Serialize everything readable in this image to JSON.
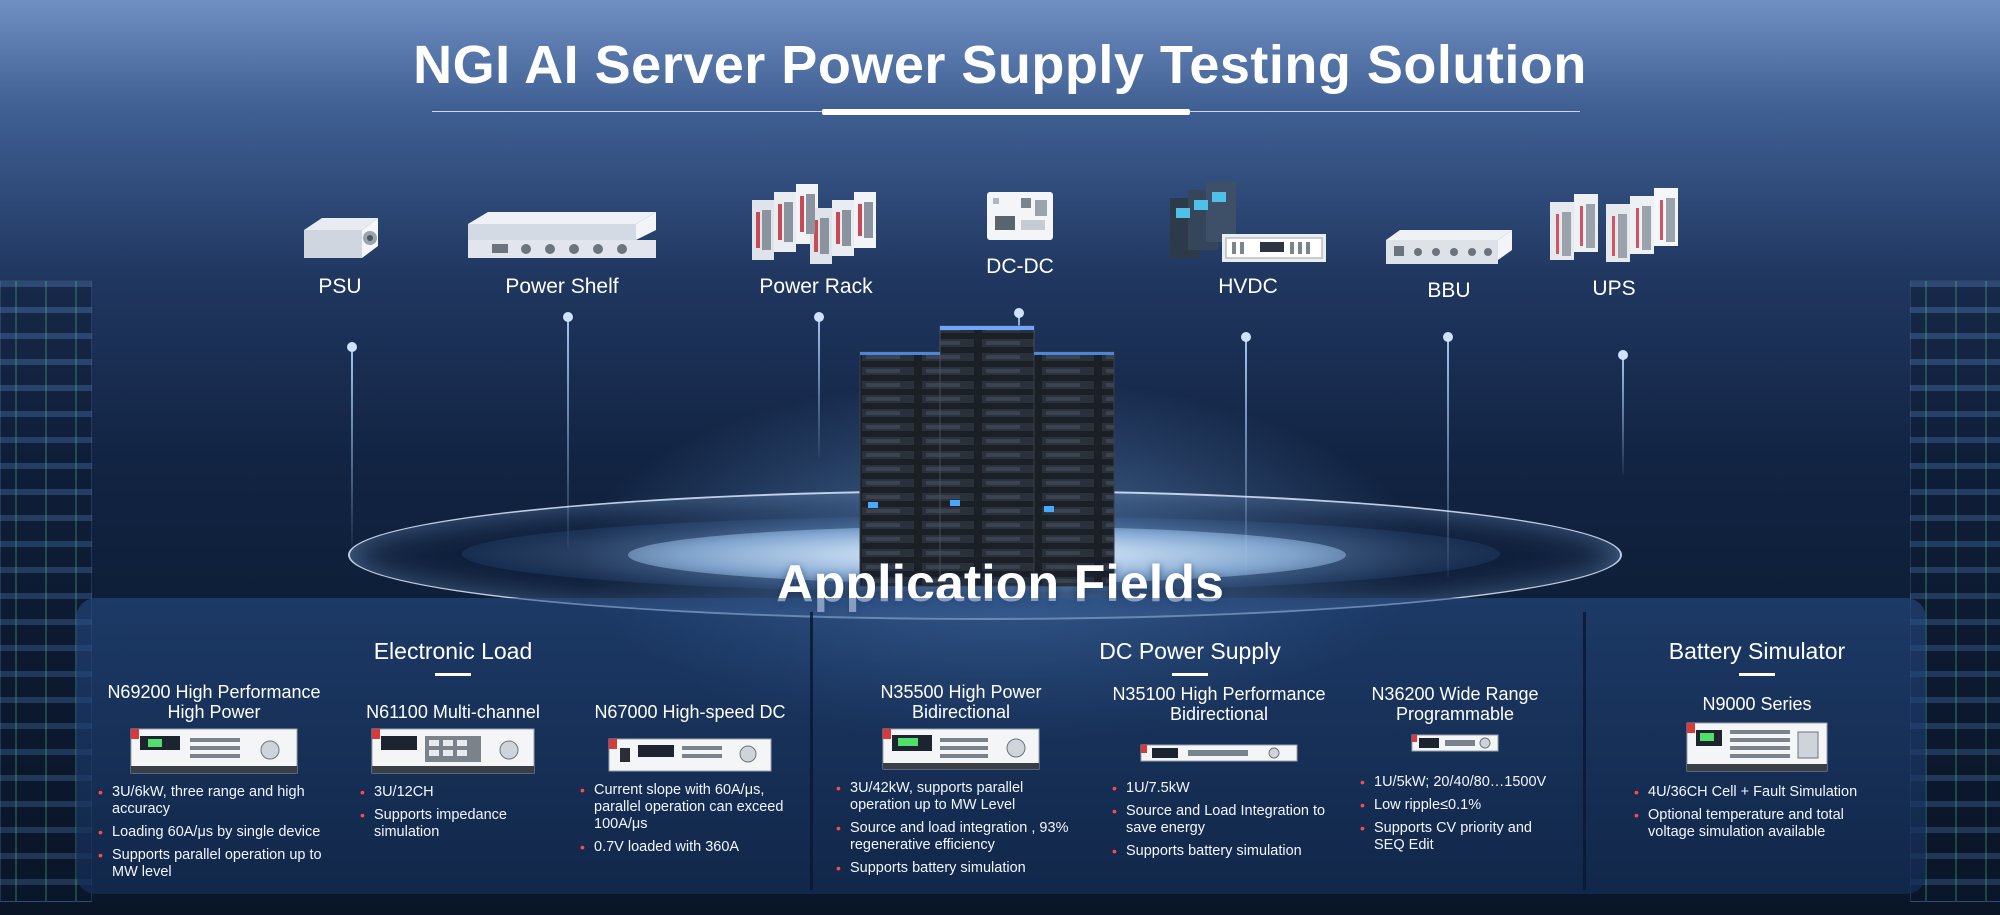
{
  "title": "NGI AI Server Power Supply Testing Solution",
  "products": [
    {
      "id": "psu",
      "label": "PSU"
    },
    {
      "id": "power-shelf",
      "label": "Power Shelf"
    },
    {
      "id": "power-rack",
      "label": "Power Rack"
    },
    {
      "id": "dc-dc",
      "label": "DC-DC"
    },
    {
      "id": "hvdc",
      "label": "HVDC"
    },
    {
      "id": "bbu",
      "label": "BBU"
    },
    {
      "id": "ups",
      "label": "UPS"
    }
  ],
  "application_title": "Application Fields",
  "categories": [
    {
      "title": "Electronic Load"
    },
    {
      "title": "DC Power Supply"
    },
    {
      "title": "Battery Simulator"
    }
  ],
  "columns": [
    {
      "name": "N69200 High Performance High Power",
      "bullets": [
        "3U/6kW, three range and high accuracy",
        "Loading 60A/μs by single device",
        "Supports parallel operation up to MW level"
      ]
    },
    {
      "name": "N61100 Multi-channel",
      "bullets": [
        "3U/12CH",
        "Supports impedance simulation"
      ]
    },
    {
      "name": "N67000 High-speed DC",
      "bullets": [
        "Current slope with 60A/μs, parallel operation can exceed 100A/μs",
        "0.7V loaded with 360A"
      ]
    },
    {
      "name": "N35500 High Power Bidirectional",
      "bullets": [
        "3U/42kW, supports parallel operation up to MW Level",
        "Source and load integration , 93% regenerative efficiency",
        "Supports battery simulation"
      ]
    },
    {
      "name": "N35100 High Performance Bidirectional",
      "bullets": [
        "1U/7.5kW",
        "Source and Load Integration to save energy",
        "Supports battery simulation"
      ]
    },
    {
      "name": "N36200 Wide Range Programmable",
      "bullets": [
        "1U/5kW; 20/40/80…1500V",
        "Low ripple≤0.1%",
        "Supports CV priority and SEQ Edit"
      ]
    },
    {
      "name": "N9000 Series",
      "bullets": [
        "4U/36CH Cell + Fault Simulation",
        "Optional temperature and total voltage simulation available"
      ]
    }
  ],
  "colors": {
    "bullet": "#ff4a4a",
    "accent": "#ffffff",
    "background": "#122443"
  }
}
